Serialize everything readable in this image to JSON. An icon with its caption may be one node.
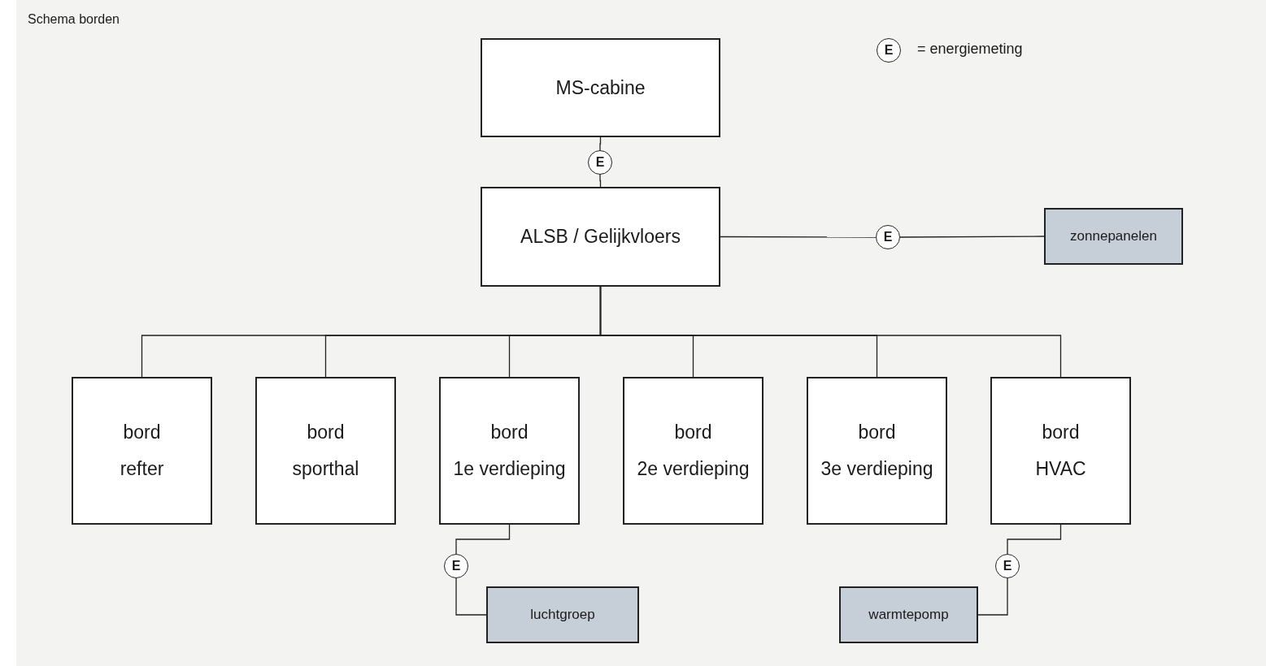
{
  "diagram": {
    "title": "Schema borden",
    "nodes": [
      {
        "text": [
          "MS-cabine"
        ]
      },
      {
        "text": [
          "E"
        ]
      },
      {
        "text": [
          "ALSB / Gelijkvloers"
        ]
      },
      {
        "text": [
          "E"
        ]
      },
      {
        "text": [
          "zonnepanelen"
        ]
      },
      {
        "text": [
          "bord refter"
        ]
      },
      {
        "text": [
          "bord sporthal"
        ]
      },
      {
        "text": [
          "bord 1e verdieping"
        ]
      },
      {
        "text": [
          "bord 2e verdieping"
        ]
      },
      {
        "text": [
          "bord 3e verdieping"
        ]
      },
      {
        "text": [
          "bord HVAC"
        ]
      },
      {
        "text": [
          "E"
        ]
      },
      {
        "text": [
          "luchtgroep"
        ]
      },
      {
        "text": [
          "E"
        ]
      },
      {
        "text": [
          "warmtepomp"
        ]
      }
    ],
    "edges": [
      {
        "from": 0,
        "to": 1,
        "arrow": "none"
      },
      {
        "from": 1,
        "to": 2,
        "arrow": "none"
      },
      {
        "from": 2,
        "to": 3,
        "arrow": "none"
      },
      {
        "from": 3,
        "to": 4,
        "arrow": "none"
      },
      {
        "from": 2,
        "to": 5,
        "arrow": "none"
      },
      {
        "from": 2,
        "to": 6,
        "arrow": "none"
      },
      {
        "from": 2,
        "to": 7,
        "arrow": "none"
      },
      {
        "from": 2,
        "to": 8,
        "arrow": "none"
      },
      {
        "from": 2,
        "to": 9,
        "arrow": "none"
      },
      {
        "from": 2,
        "to": 10,
        "arrow": "none"
      },
      {
        "from": 7,
        "to": 11,
        "arrow": "none"
      },
      {
        "from": 11,
        "to": 12,
        "arrow": "none"
      },
      {
        "from": 10,
        "to": 13,
        "arrow": "none"
      },
      {
        "from": 13,
        "to": 14,
        "arrow": "none"
      }
    ],
    "labels": [
      "E"
    ],
    "legend": [
      {
        "text": "= energiemeting"
      }
    ]
  }
}
